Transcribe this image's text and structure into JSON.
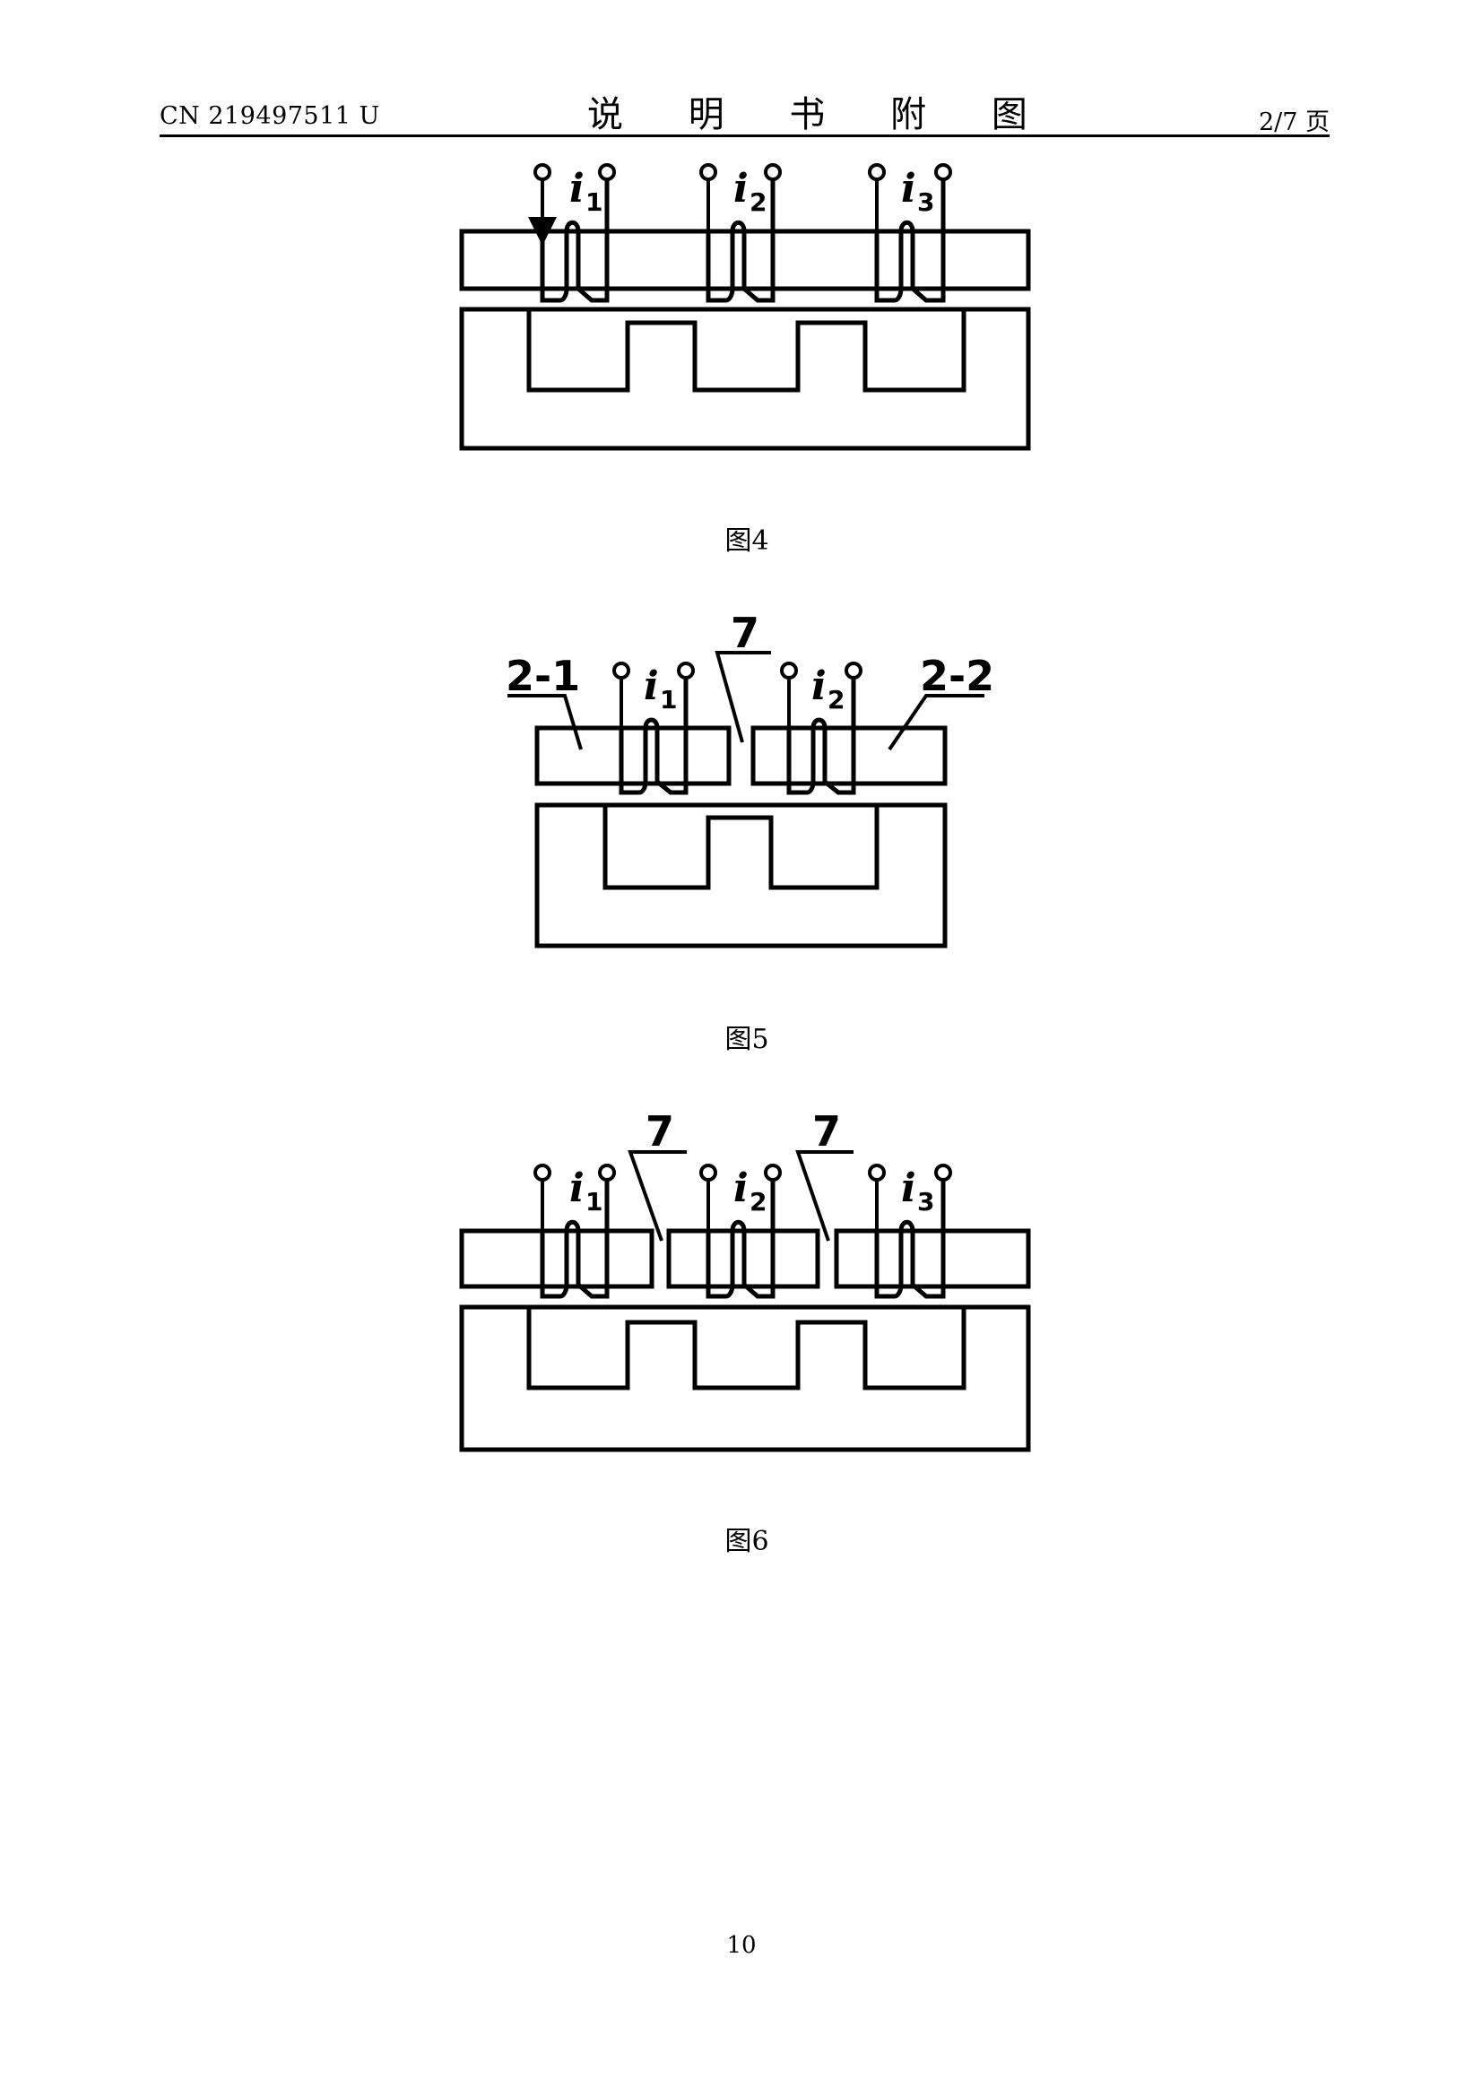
{
  "header": {
    "doc_number": "CN 219497511 U",
    "title": "说 明 书 附 图",
    "page_of": "2/7 页"
  },
  "figures": [
    {
      "caption": "图4",
      "currents": [
        {
          "symbol": "i",
          "sub": "1"
        },
        {
          "symbol": "i",
          "sub": "2"
        },
        {
          "symbol": "i",
          "sub": "3"
        }
      ]
    },
    {
      "caption": "图5",
      "currents": [
        {
          "symbol": "i",
          "sub": "1"
        },
        {
          "symbol": "i",
          "sub": "2"
        }
      ],
      "labels": {
        "gap": "7",
        "left_block": "2-1",
        "right_block": "2-2"
      }
    },
    {
      "caption": "图6",
      "currents": [
        {
          "symbol": "i",
          "sub": "1"
        },
        {
          "symbol": "i",
          "sub": "2"
        },
        {
          "symbol": "i",
          "sub": "3"
        }
      ],
      "labels": {
        "gap_left": "7",
        "gap_right": "7"
      }
    }
  ],
  "footer": {
    "page_number": "10"
  }
}
